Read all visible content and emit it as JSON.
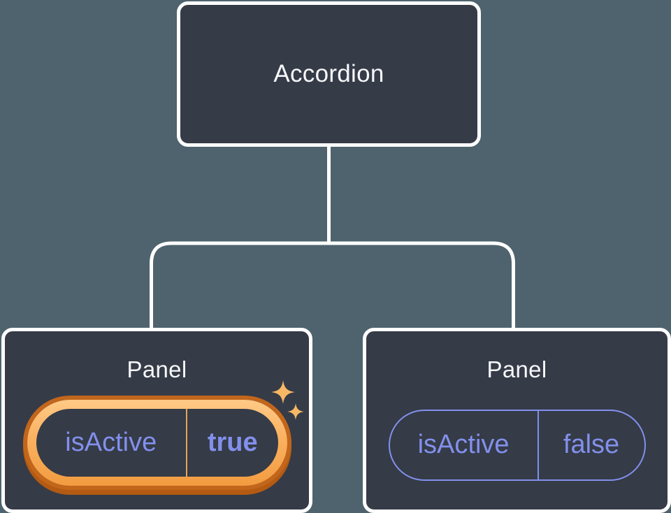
{
  "diagram": {
    "root": {
      "label": "Accordion"
    },
    "panels": [
      {
        "label": "Panel",
        "prop": {
          "name": "isActive",
          "value": "true"
        },
        "highlighted": true
      },
      {
        "label": "Panel",
        "prop": {
          "name": "isActive",
          "value": "false"
        },
        "highlighted": false
      }
    ]
  },
  "icons": {
    "sparkle_large": "sparkle-icon",
    "sparkle_small": "sparkle-icon"
  },
  "colors": {
    "background": "#4E636D",
    "node_fill": "#353B47",
    "node_border": "#FFFFFF",
    "title_text": "#F6F7F9",
    "purple": "#8290EC",
    "ring_outer": "#C2661C",
    "ring_shadow": "#B45A12",
    "ring_grad_top": "#FFCA87",
    "ring_grad_mid": "#FBB160",
    "ring_grad_bottom": "#F29C40",
    "divider_orange": "#E8A455",
    "sparkle": "#F8B765"
  }
}
